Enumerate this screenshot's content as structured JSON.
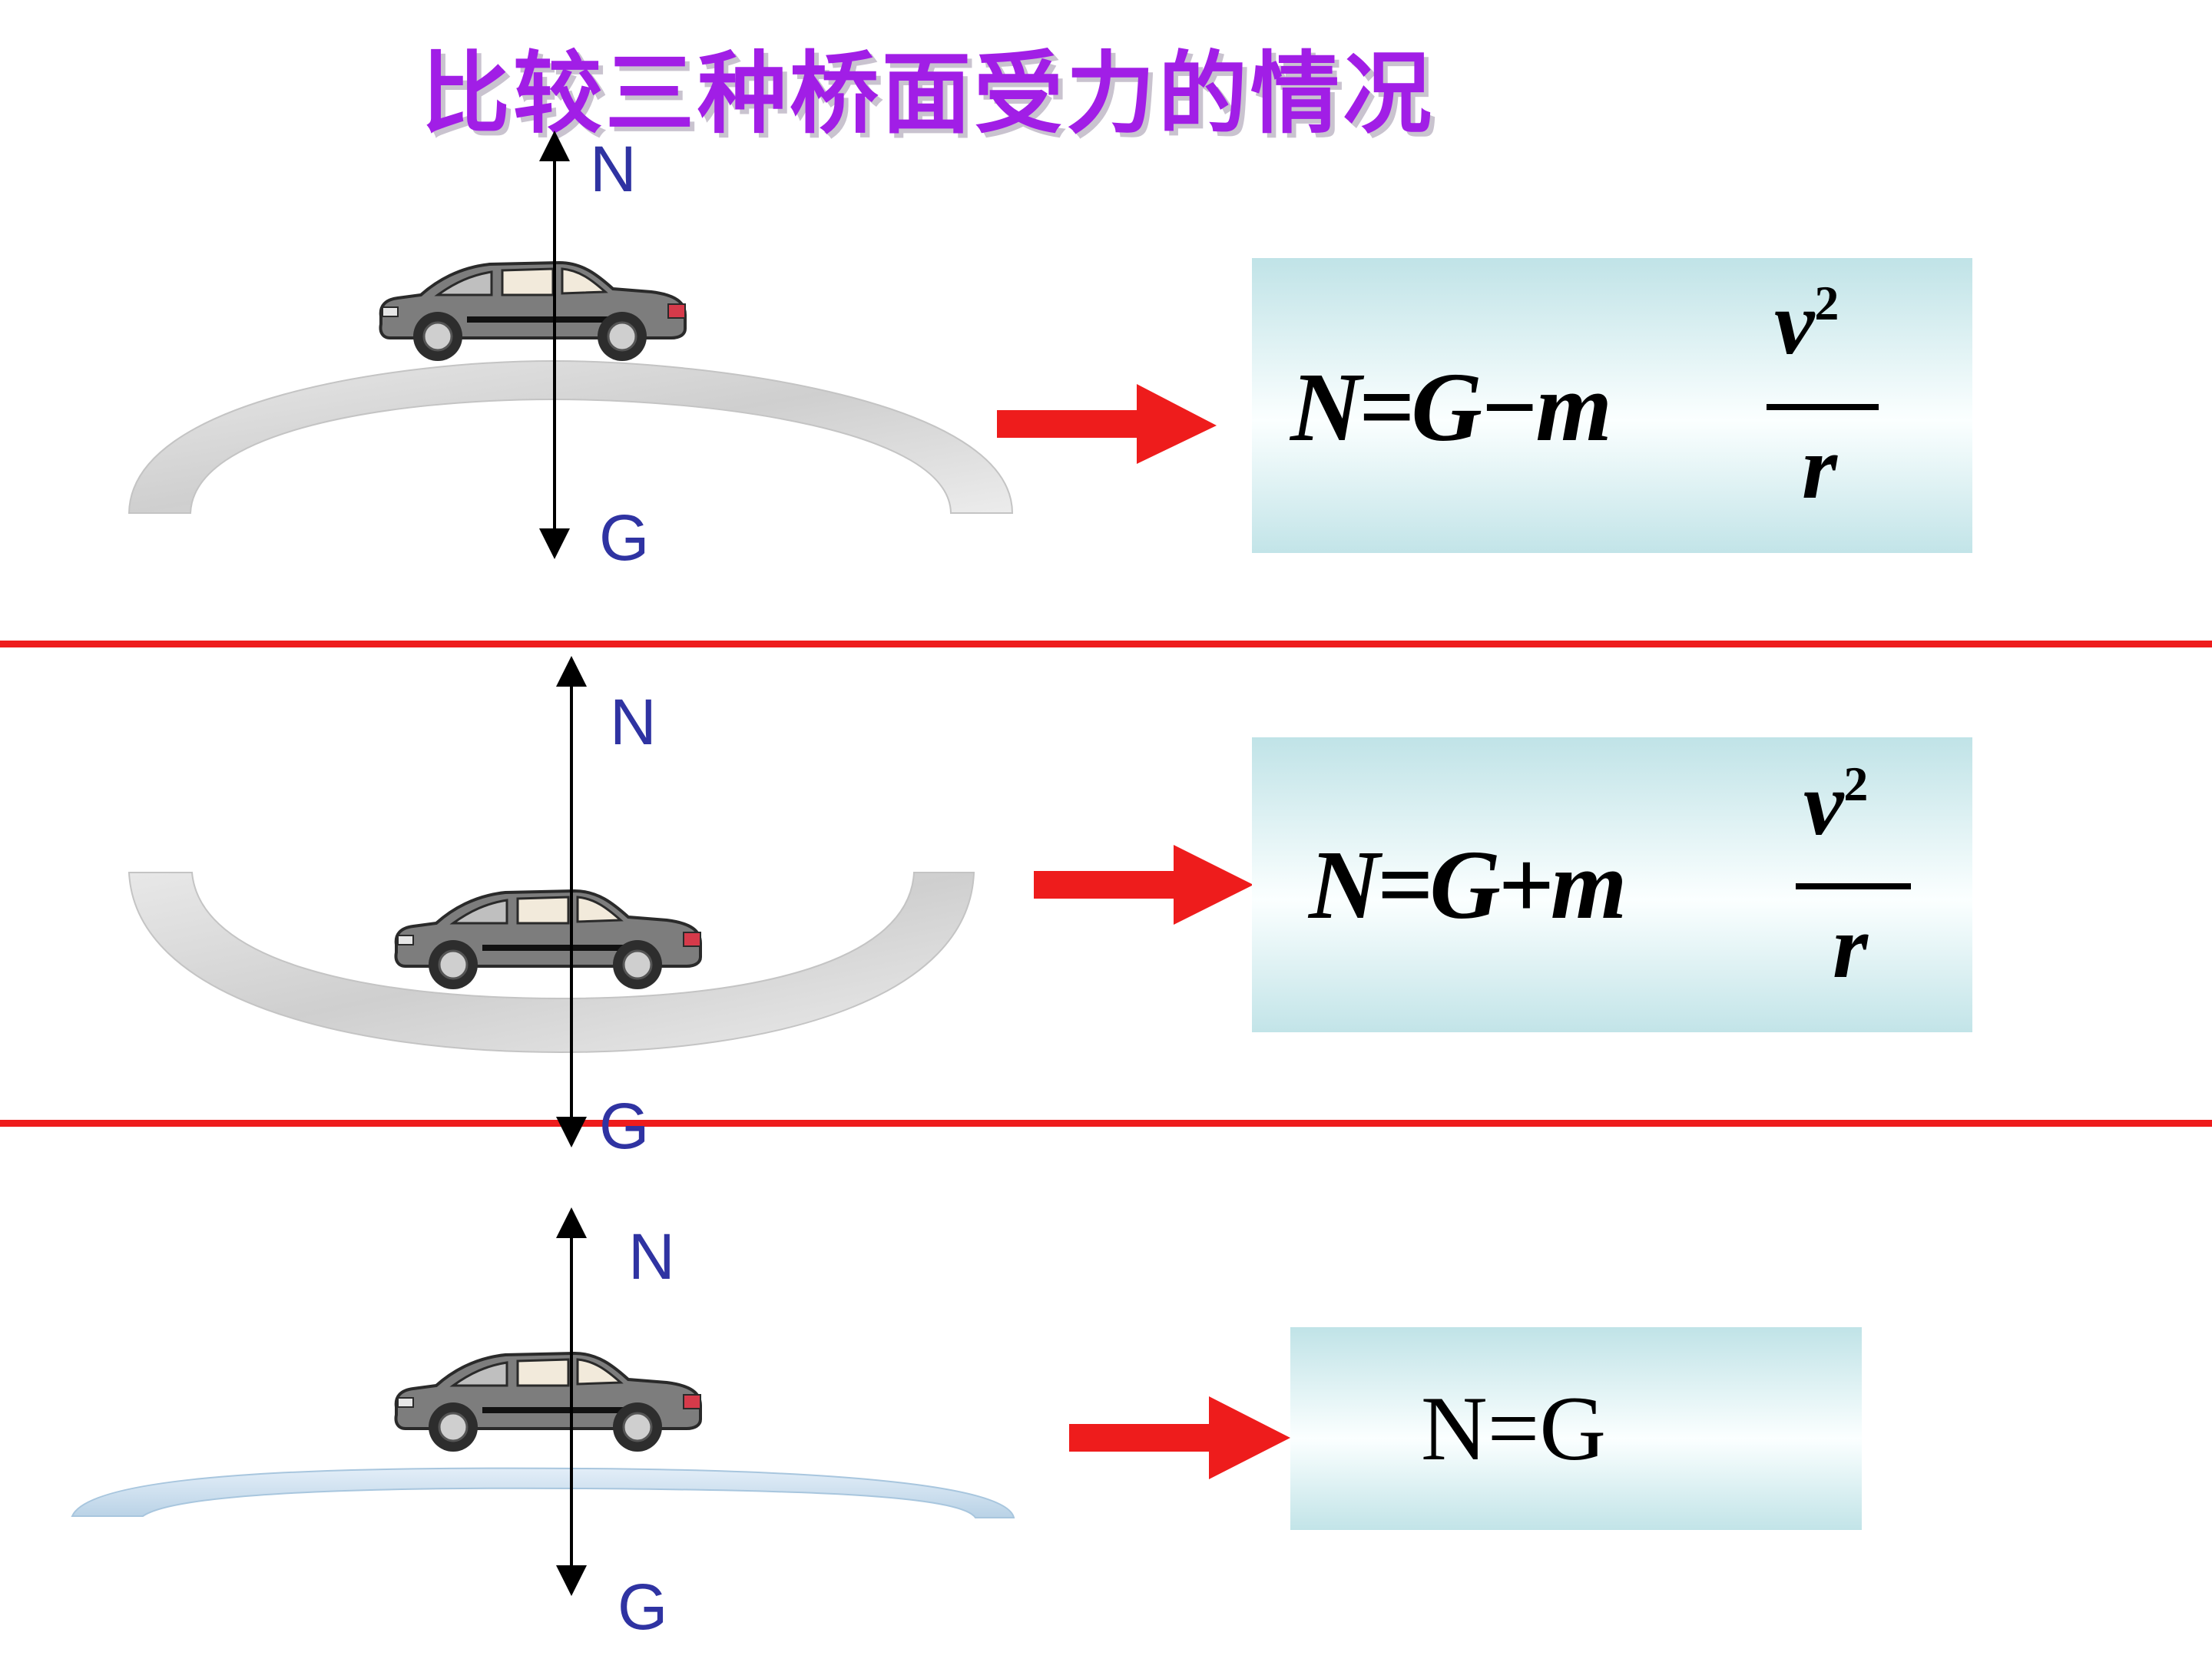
{
  "title": "比较三种桥面受力的情况",
  "rows": [
    {
      "bridge": "convex",
      "normal_label": "N",
      "gravity_label": "G",
      "formula": {
        "left": "N=G−m",
        "numerator": "v",
        "exponent": "2",
        "denominator": "r"
      }
    },
    {
      "bridge": "concave",
      "normal_label": "N",
      "gravity_label": "G",
      "formula": {
        "left": "N=G+m",
        "numerator": "v",
        "exponent": "2",
        "denominator": "r"
      }
    },
    {
      "bridge": "flat",
      "normal_label": "N",
      "gravity_label": "G",
      "formula": {
        "text": "N=G"
      }
    }
  ],
  "colors": {
    "title": "#a11ee6",
    "separator": "#ee1c1c",
    "arrow": "#ee1c1c",
    "force_label": "#2f33a2",
    "box_top": "#c0e3e7",
    "box_mid": "#fbffff",
    "car_body": "#7d7d7d",
    "bridge_stone": "#dedede",
    "bridge_flat": "#c8dcec"
  },
  "icons": [
    "car-icon",
    "force-arrow-icon",
    "red-right-arrow-icon"
  ]
}
